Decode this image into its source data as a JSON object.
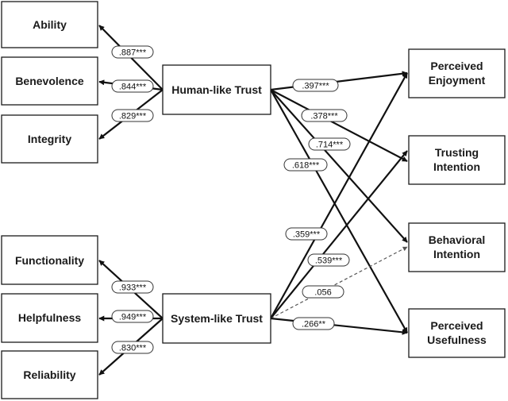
{
  "indicators_human": [
    {
      "id": "ability",
      "label": "Ability"
    },
    {
      "id": "benevolence",
      "label": "Benevolence"
    },
    {
      "id": "integrity",
      "label": "Integrity"
    }
  ],
  "indicators_system": [
    {
      "id": "functionality",
      "label": "Functionality"
    },
    {
      "id": "helpfulness",
      "label": "Helpfulness"
    },
    {
      "id": "reliability",
      "label": "Reliability"
    }
  ],
  "latent": {
    "human": "Human-like Trust",
    "system": "System-like Trust"
  },
  "outcomes": [
    {
      "id": "enjoyment",
      "lines": [
        "Perceived",
        "Enjoyment"
      ]
    },
    {
      "id": "trusting",
      "lines": [
        "Trusting",
        "Intention"
      ]
    },
    {
      "id": "behavioral",
      "lines": [
        "Behavioral",
        "Intention"
      ]
    },
    {
      "id": "usefulness",
      "lines": [
        "Perceived",
        "Usefulness"
      ]
    }
  ],
  "loadings": {
    "ability": ".887***",
    "benevolence": ".844***",
    "integrity": ".829***",
    "functionality": ".933***",
    "helpfulness": ".949***",
    "reliability": ".830***"
  },
  "paths": {
    "human_enjoyment": ".397***",
    "human_trusting": ".378***",
    "human_behavioral": ".714***",
    "human_usefulness": ".618***",
    "system_enjoyment": ".359***",
    "system_trusting": ".539***",
    "system_behavioral": ".056",
    "system_usefulness": ".266**"
  }
}
